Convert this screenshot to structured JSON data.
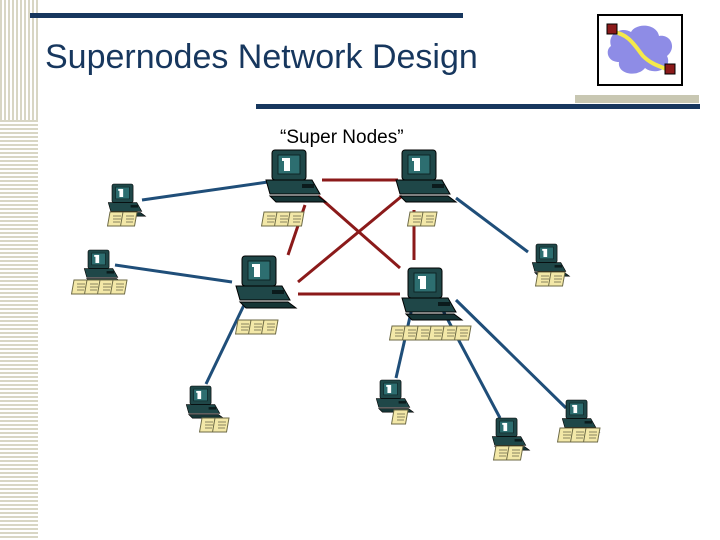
{
  "slide": {
    "title": "Supernodes Network Design",
    "caption": "“Super Nodes”"
  },
  "colors": {
    "title_text": "#17375e",
    "accent_rule": "#17375e",
    "supernode_link": "#8b1a1a",
    "peer_link": "#1f4e79",
    "computer_body": "#1f4748",
    "file_icon": "#f3e8a8"
  },
  "logo": {
    "icon": "network-cloud-logo-icon"
  },
  "supernodes": [
    {
      "id": "sn-top-left",
      "files": 3
    },
    {
      "id": "sn-top-right",
      "files": 2
    },
    {
      "id": "sn-mid-left",
      "files": 3
    },
    {
      "id": "sn-mid-right",
      "files": 6
    }
  ],
  "peers": [
    {
      "id": "peer-left-top",
      "files": 2
    },
    {
      "id": "peer-left-mid",
      "files": 4
    },
    {
      "id": "peer-right-top",
      "files": 2
    },
    {
      "id": "peer-bottom-left",
      "files": 2
    },
    {
      "id": "peer-bottom-center",
      "files": 1
    },
    {
      "id": "peer-bottom-mid-right",
      "files": 2
    },
    {
      "id": "peer-bottom-right",
      "files": 3
    }
  ]
}
